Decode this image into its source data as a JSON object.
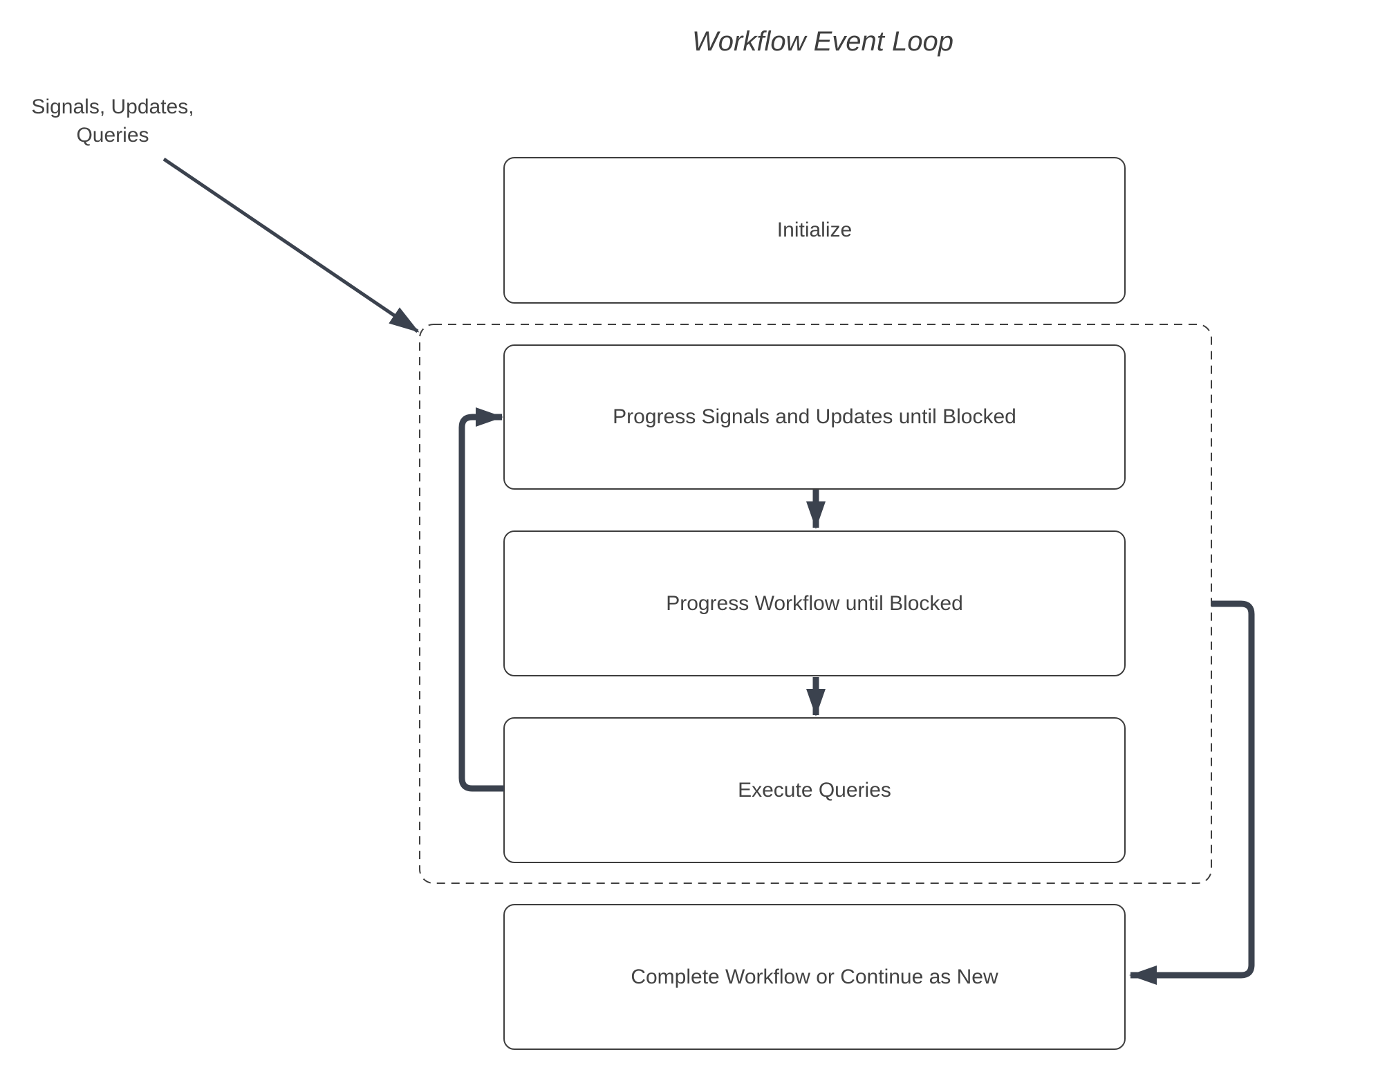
{
  "title": "Workflow Event Loop",
  "annotation": {
    "label": "Signals, Updates,\nQueries"
  },
  "nodes": [
    {
      "id": "initialize",
      "label": "Initialize"
    },
    {
      "id": "progress-signals",
      "label": "Progress Signals and Updates until Blocked"
    },
    {
      "id": "progress-workflow",
      "label": "Progress Workflow until Blocked"
    },
    {
      "id": "execute-queries",
      "label": "Execute Queries"
    },
    {
      "id": "complete",
      "label": "Complete Workflow or Continue as New"
    }
  ],
  "container": {
    "style": "dashed-group",
    "contains": [
      "progress-signals",
      "progress-workflow",
      "execute-queries"
    ]
  },
  "edges": [
    {
      "from": "signals-updates-queries-label",
      "to": "event-loop-container",
      "style": "thin-arrow"
    },
    {
      "from": "progress-signals",
      "to": "progress-workflow",
      "style": "down-arrow"
    },
    {
      "from": "progress-workflow",
      "to": "execute-queries",
      "style": "down-arrow"
    },
    {
      "from": "execute-queries",
      "to": "progress-signals",
      "style": "thick-loop-back"
    },
    {
      "from": "event-loop-container",
      "to": "complete",
      "style": "thick-exit"
    }
  ],
  "colors": {
    "arrow": "#3b424e",
    "box_border": "#3d3d3d",
    "dashed_border": "#3f3f3f",
    "text": "#434343",
    "background": "#ffffff"
  }
}
